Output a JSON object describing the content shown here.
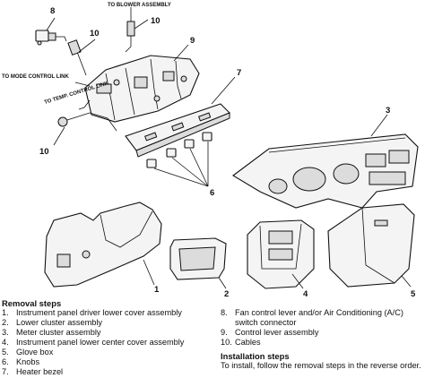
{
  "figure": {
    "callouts": [
      "1",
      "2",
      "3",
      "4",
      "5",
      "6",
      "7",
      "8",
      "9",
      "10",
      "10",
      "10"
    ],
    "link_labels": {
      "blower": "TO BLOWER ASSEMBLY",
      "mode": "TO MODE CONTROL LINK",
      "temp": "TO TEMP. CONTROL LINK"
    }
  },
  "removal": {
    "heading": "Removal steps",
    "steps": [
      {
        "num": "1.",
        "text": "Instrument panel driver lower cover assembly"
      },
      {
        "num": "2.",
        "text": "Lower cluster assembly"
      },
      {
        "num": "3.",
        "text": "Meter cluster assembly"
      },
      {
        "num": "4.",
        "text": "Instrument panel lower center cover assembly"
      },
      {
        "num": "5.",
        "text": "Glove box"
      },
      {
        "num": "6.",
        "text": "Knobs"
      },
      {
        "num": "7.",
        "text": "Heater bezel"
      },
      {
        "num": "8.",
        "text": "Fan control lever and/or Air Conditioning (A/C) switch connector"
      },
      {
        "num": "9.",
        "text": "Control lever assembly"
      },
      {
        "num": "10.",
        "text": "Cables"
      }
    ]
  },
  "installation": {
    "heading": "Installation steps",
    "text": "To install, follow the removal steps in the reverse order."
  }
}
